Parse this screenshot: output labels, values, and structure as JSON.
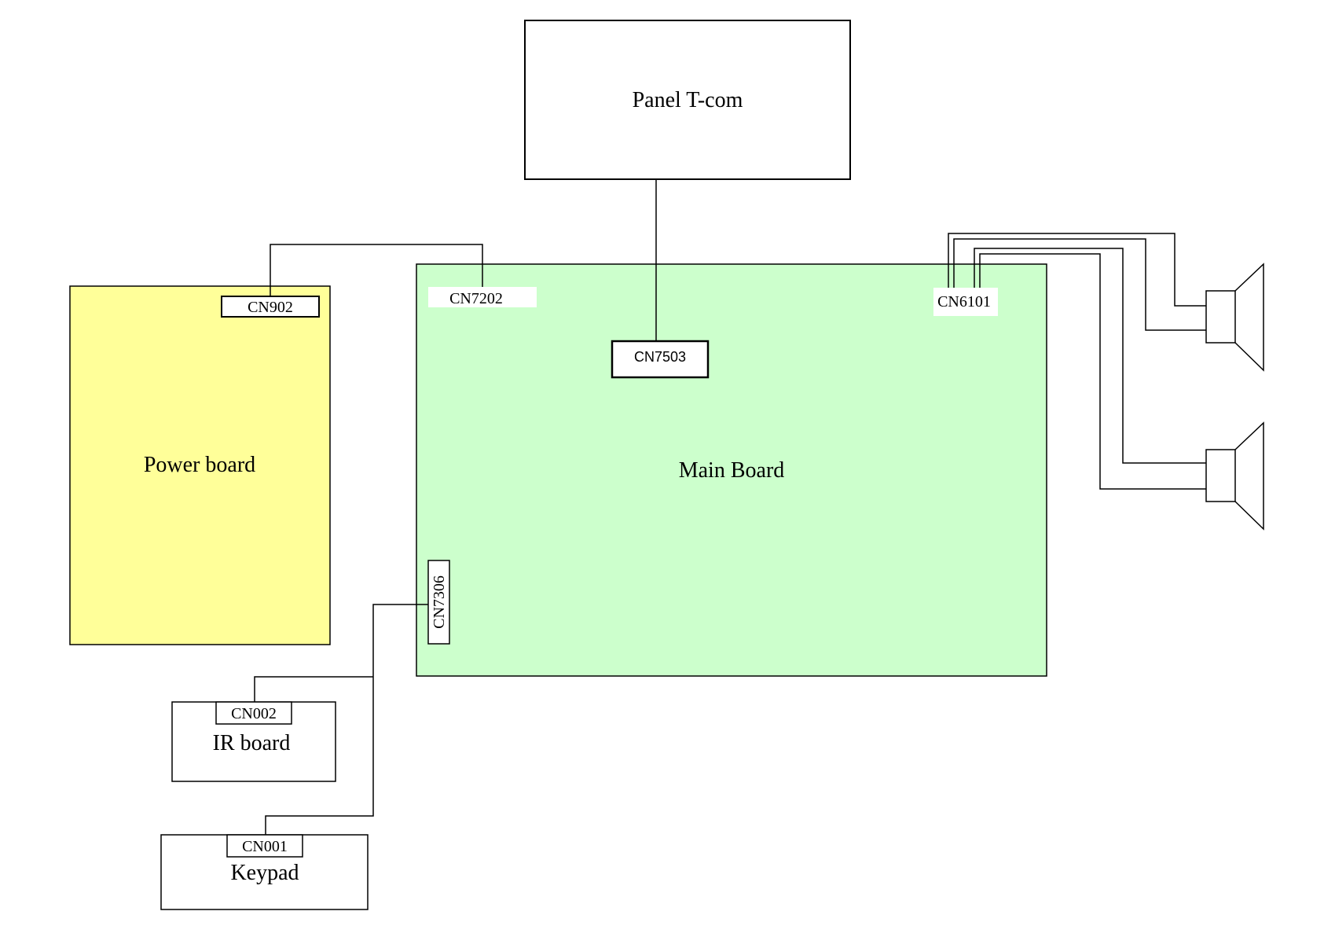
{
  "colors": {
    "main_board_fill": "#ccffcc",
    "power_board_fill": "#ffff99",
    "line": "#000000"
  },
  "blocks": {
    "panel_tcom": "Panel T-com",
    "power_board": "Power board",
    "main_board": "Main Board",
    "ir_board": "IR board",
    "keypad": "Keypad"
  },
  "connectors": {
    "cn902": "CN902",
    "cn7202": "CN7202",
    "cn7503": "CN7503",
    "cn6101": "CN6101",
    "cn7306": "CN7306",
    "cn002": "CN002",
    "cn001": "CN001"
  },
  "icons": {
    "speaker_top": "speaker-icon",
    "speaker_bottom": "speaker-icon"
  }
}
